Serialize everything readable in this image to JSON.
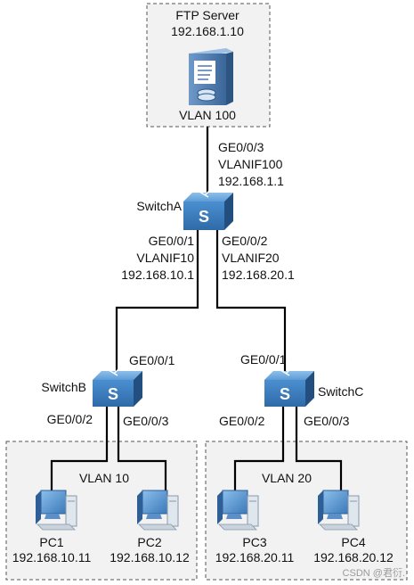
{
  "server": {
    "name": "FTP Server",
    "ip": "192.168.1.10",
    "vlan": "VLAN 100",
    "icon": "ftp-server-icon"
  },
  "switch_a": {
    "name": "SwitchA",
    "icon": "switch-icon",
    "up_port": "GE0/0/3",
    "up_vlanif": "VLANIF100",
    "up_ip": "192.168.1.1",
    "left_port": "GE0/0/1",
    "left_vlanif": "VLANIF10",
    "left_ip": "192.168.10.1",
    "right_port": "GE0/0/2",
    "right_vlanif": "VLANIF20",
    "right_ip": "192.168.20.1"
  },
  "switch_b": {
    "name": "SwitchB",
    "icon": "switch-icon",
    "up_port": "GE0/0/1",
    "left_port": "GE0/0/2",
    "right_port": "GE0/0/3"
  },
  "switch_c": {
    "name": "SwitchC",
    "icon": "switch-icon",
    "up_port": "GE0/0/1",
    "left_port": "GE0/0/2",
    "right_port": "GE0/0/3"
  },
  "vlan10": {
    "label": "VLAN 10",
    "pcs": [
      {
        "name": "PC1",
        "ip": "192.168.10.11"
      },
      {
        "name": "PC2",
        "ip": "192.168.10.12"
      }
    ]
  },
  "vlan20": {
    "label": "VLAN 20",
    "pcs": [
      {
        "name": "PC3",
        "ip": "192.168.20.11"
      },
      {
        "name": "PC4",
        "ip": "192.168.20.12"
      }
    ]
  },
  "watermark": "CSDN @君衍.",
  "colors": {
    "zone_fill": "#f2f2f2",
    "switch_blue": "#3d7fc4",
    "server_blue": "#4a78b0",
    "link": "#000000"
  }
}
